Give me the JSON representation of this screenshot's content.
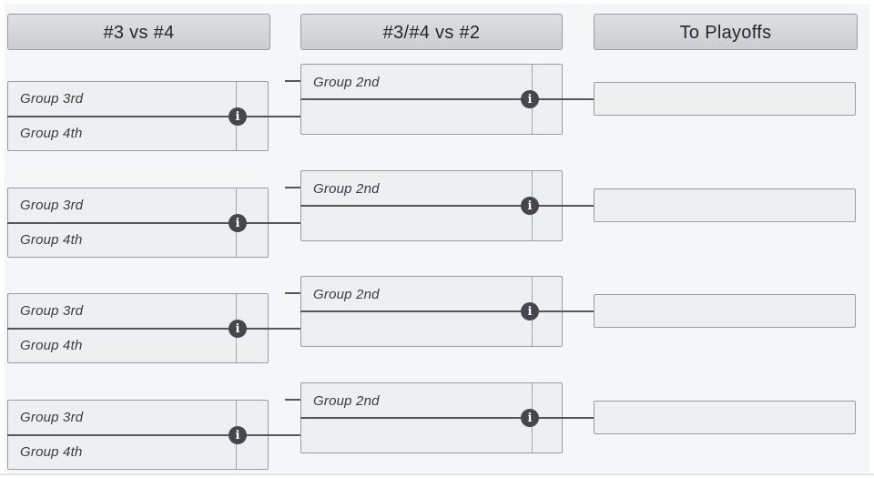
{
  "columns": [
    {
      "header": "#3 vs #4"
    },
    {
      "header": "#3/#4 vs #2"
    },
    {
      "header": "To Playoffs"
    }
  ],
  "groups": [
    {
      "first_round": {
        "slot1": "Group 3rd",
        "slot2": "Group 4th"
      },
      "second_round": {
        "slot1": "Group 2nd",
        "slot2": ""
      },
      "playoff": {
        "slot1": ""
      }
    },
    {
      "first_round": {
        "slot1": "Group 3rd",
        "slot2": "Group 4th"
      },
      "second_round": {
        "slot1": "Group 2nd",
        "slot2": ""
      },
      "playoff": {
        "slot1": ""
      }
    },
    {
      "first_round": {
        "slot1": "Group 3rd",
        "slot2": "Group 4th"
      },
      "second_round": {
        "slot1": "Group 2nd",
        "slot2": ""
      },
      "playoff": {
        "slot1": ""
      }
    },
    {
      "first_round": {
        "slot1": "Group 3rd",
        "slot2": "Group 4th"
      },
      "second_round": {
        "slot1": "Group 2nd",
        "slot2": ""
      },
      "playoff": {
        "slot1": ""
      }
    }
  ],
  "info_icon_glyph": "i",
  "colors": {
    "background": "#f5f6f8",
    "header_fill": "#d4d5d8",
    "box_fill": "#eeeff1",
    "connector_line": "#55555c",
    "icon_fill": "#46464e",
    "text": "#3b3b45"
  }
}
